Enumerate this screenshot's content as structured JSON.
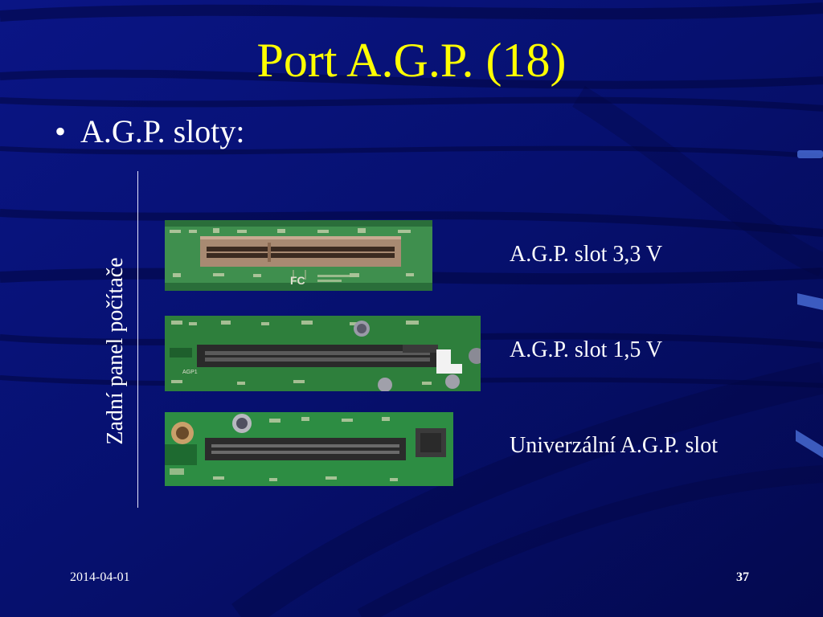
{
  "slide": {
    "title": "Port A.G.P. (18)",
    "bullet_symbol": "•",
    "bullet": "A.G.P. sloty:",
    "side_label": "Zadní panel počítače",
    "slots": [
      {
        "label": "A.G.P. slot 3,3 V"
      },
      {
        "label": "A.G.P. slot 1,5 V"
      },
      {
        "label": "Univerzální A.G.P. slot"
      }
    ],
    "footer": {
      "date": "2014-04-01",
      "page": "37"
    }
  },
  "colors": {
    "background": "#06106e",
    "title": "#ffff00",
    "text": "#ffffff",
    "board": "#2f8a44",
    "slot_brown": "#a88a72",
    "slot_dark": "#2a2a2a"
  }
}
